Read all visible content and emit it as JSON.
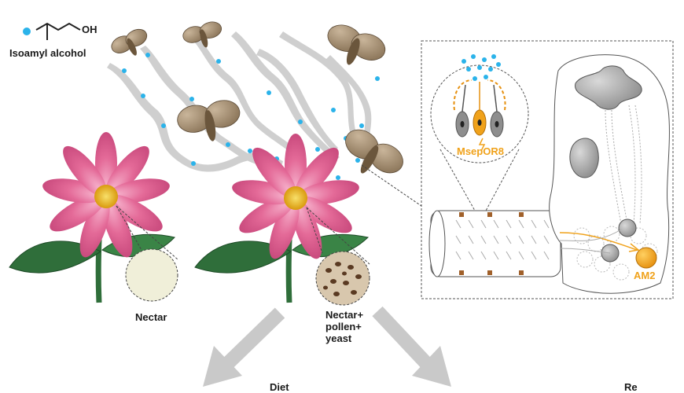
{
  "molecule": {
    "oh_label": "OH",
    "name": "Isoamyl alcohol"
  },
  "labels": {
    "nectar": "Nectar",
    "nectar_mix": [
      "Nectar+",
      "pollen+",
      "yeast"
    ],
    "receptor": "MsepOR8",
    "glomerulus": "AM2",
    "bottom_left": "Diet",
    "bottom_right": "Re"
  },
  "colors": {
    "odor_dot": "#2bb3ea",
    "plume": "#c8c8c8",
    "petal": "#e46a98",
    "flower_center": "#f2c21b",
    "leaf": "#2f6e3a",
    "highlight": "#f0a21b",
    "arrow": "#c9c9c9"
  }
}
